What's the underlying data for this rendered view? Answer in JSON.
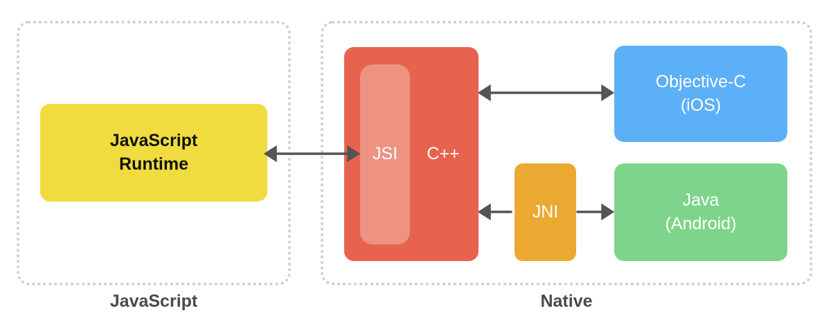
{
  "regions": {
    "javascript": "JavaScript",
    "native": "Native"
  },
  "nodes": {
    "runtime": {
      "line1": "JavaScript",
      "line2": "Runtime"
    },
    "jsi": "JSI",
    "cpp": "C++",
    "objc": {
      "line1": "Objective-C",
      "line2": "(iOS)"
    },
    "jni": "JNI",
    "java": {
      "line1": "Java",
      "line2": "(Android)"
    }
  },
  "colors": {
    "runtime": "#f0dc3e",
    "cpp": "#e8634d",
    "jsi": "#ee9282",
    "objc": "#5cb0f7",
    "java": "#7ed48a",
    "jni": "#eba932",
    "arrow": "#555555",
    "region_border": "#cfcfcf"
  }
}
